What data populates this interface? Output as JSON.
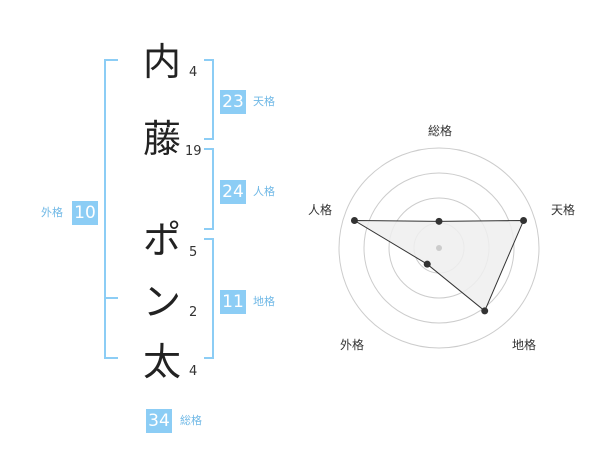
{
  "name": {
    "chars": [
      {
        "char": "内",
        "strokes": "4"
      },
      {
        "char": "藤",
        "strokes": "19"
      },
      {
        "char": "ポ",
        "strokes": "5"
      },
      {
        "char": "ン",
        "strokes": "2"
      },
      {
        "char": "太",
        "strokes": "4"
      }
    ]
  },
  "kakusu": {
    "tenkaku": {
      "value": "23",
      "label": "天格"
    },
    "jinkaku": {
      "value": "24",
      "label": "人格"
    },
    "chikaku": {
      "value": "11",
      "label": "地格"
    },
    "gaikaku": {
      "value": "10",
      "label": "外格"
    },
    "soukaku": {
      "value": "34",
      "label": "総格"
    }
  },
  "radar": {
    "axes": [
      "総格",
      "天格",
      "地格",
      "外格",
      "人格"
    ],
    "levels": 4,
    "values": [
      1.2,
      4.0,
      3.5,
      0.9,
      4.0
    ],
    "max": 4.5,
    "colors": {
      "fill": "#efefef",
      "line": "#333333",
      "grid": "#cccccc",
      "accent": "#8ccdf5"
    }
  }
}
